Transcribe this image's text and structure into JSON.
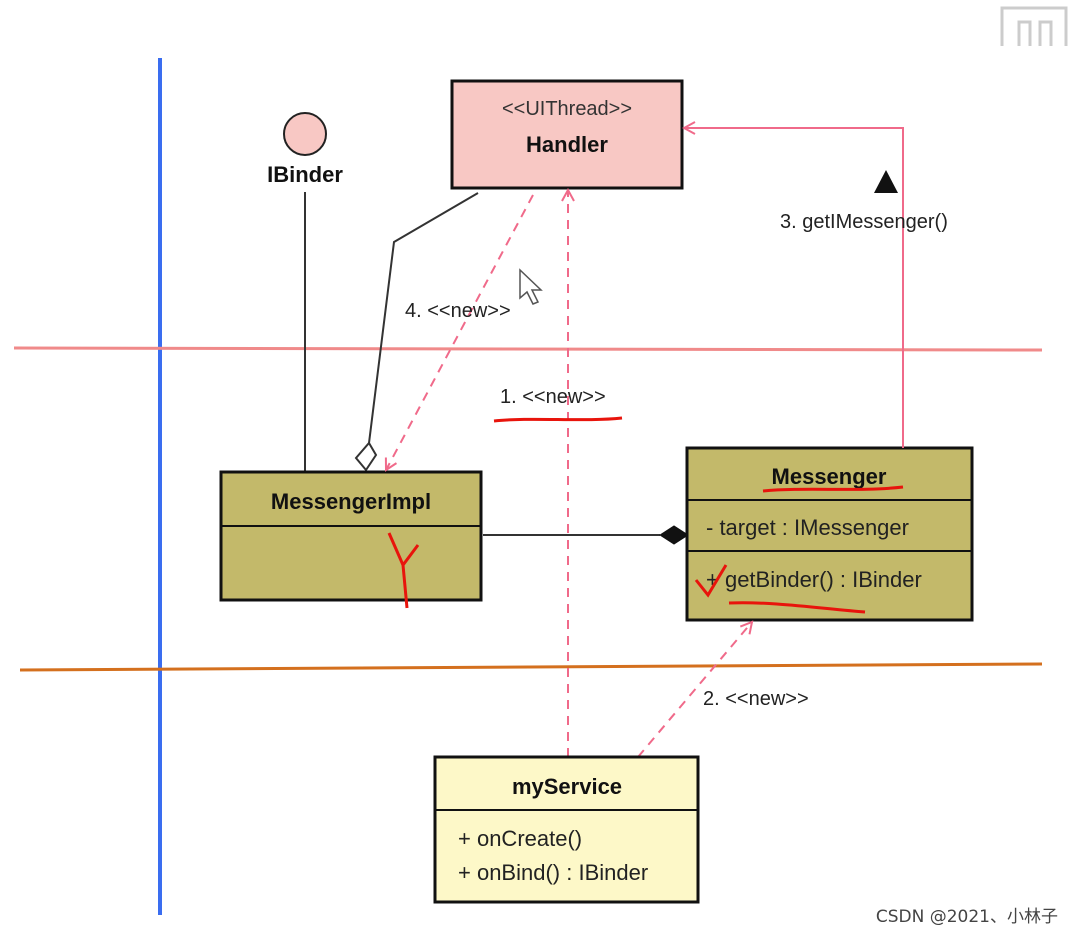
{
  "colors": {
    "handler_fill": "#f8c8c4",
    "class_fill": "#c3b96a",
    "service_fill": "#fdf8c8",
    "interface_fill": "#f8c8c4",
    "swimlane_vertical": "#3a6df0",
    "swimlane_upper": "#f08a8a",
    "swimlane_lower": "#d4701e",
    "dependency_arrow": "#f06a8a",
    "annotation_red": "#e8140c"
  },
  "interface": {
    "name": "IBinder"
  },
  "handler": {
    "stereotype": "<<UIThread>>",
    "name": "Handler"
  },
  "messenger_impl": {
    "name": "MessengerImpl"
  },
  "messenger": {
    "name": "Messenger",
    "attribute": "- target : IMessenger",
    "method": "+ getBinder() : IBinder"
  },
  "my_service": {
    "name": "myService",
    "methods": [
      "+ onCreate()",
      "+ onBind() : IBinder"
    ]
  },
  "labels": {
    "step1": "1. <<new>>",
    "step2": "2. <<new>>",
    "step3": "3. getIMessenger()",
    "step4": "4. <<new>>"
  },
  "watermark": "CSDN @2021、小林子",
  "logo": "m"
}
